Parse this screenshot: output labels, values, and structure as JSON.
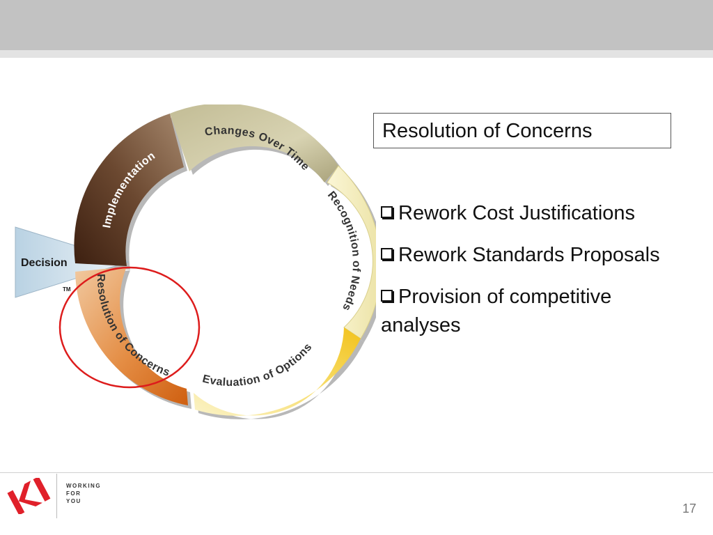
{
  "diagram": {
    "decision_label": "Decision",
    "trademark": "TM",
    "segments": [
      {
        "id": "changes",
        "label": "Changes Over Time"
      },
      {
        "id": "recognition",
        "label": "Recognition of Needs"
      },
      {
        "id": "evaluation",
        "label": "Evaluation of Options"
      },
      {
        "id": "resolution",
        "label": "Resolution of Concerns"
      },
      {
        "id": "implementation",
        "label": "Implementation"
      }
    ],
    "highlighted_segment": "Resolution of Concerns",
    "highlight_color": "#dd1c1c"
  },
  "slide": {
    "title": "Resolution of Concerns",
    "bullets": [
      {
        "text": "Rework Cost Justifications"
      },
      {
        "text": "Rework Standards Proposals"
      },
      {
        "text": "Provision of competitive analyses"
      }
    ]
  },
  "footer": {
    "logo_text": "KI",
    "tagline": [
      "WORKING",
      "FOR",
      "YOU"
    ],
    "page_number": "17",
    "brand_color": "#e0202a"
  }
}
